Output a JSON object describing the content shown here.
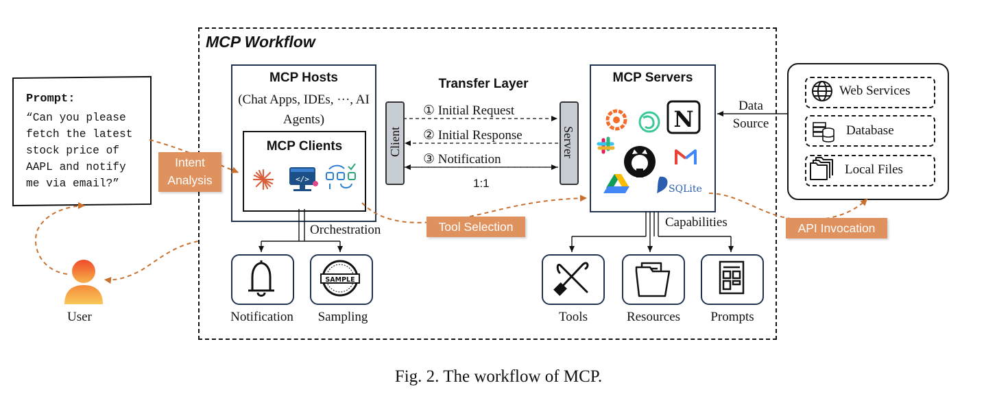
{
  "workflow": {
    "title": "MCP Workflow"
  },
  "hosts": {
    "title": "MCP Hosts",
    "subtitle": "(Chat Apps, IDEs, ···, AI Agents)"
  },
  "clients": {
    "title": "MCP Clients"
  },
  "servers": {
    "title": "MCP Servers",
    "sqlite_label": "SQLite"
  },
  "transfer": {
    "title": "Transfer Layer",
    "client_label": "Client",
    "server_label": "Server",
    "messages": [
      "① Initial Request",
      "② Initial Response",
      "③ Notification"
    ],
    "ratio": "1:1"
  },
  "prompt": {
    "title": "Prompt:",
    "text": "“Can you please\nfetch the latest\nstock price of\nAAPL and notify\nme via email?”"
  },
  "tags": {
    "intent": "Intent Analysis",
    "tool": "Tool Selection",
    "api": "API Invocation"
  },
  "orchestration": {
    "label": "Orchestration",
    "items": [
      {
        "label": "Notification",
        "icon": "bell-icon"
      },
      {
        "label": "Sampling",
        "icon": "sample-stamp-icon",
        "stamp_text": "SAMPLE"
      }
    ]
  },
  "capabilities": {
    "label": "Capabilities",
    "items": [
      {
        "label": "Tools",
        "icon": "tools-icon"
      },
      {
        "label": "Resources",
        "icon": "folder-icon"
      },
      {
        "label": "Prompts",
        "icon": "document-icon"
      }
    ]
  },
  "data_source": {
    "label": "Data Source"
  },
  "sources": [
    {
      "label": "Web Services",
      "icon": "globe-icon"
    },
    {
      "label": "Database",
      "icon": "database-icon"
    },
    {
      "label": "Local Files",
      "icon": "files-icon"
    }
  ],
  "user": {
    "label": "User"
  },
  "caption": "Fig. 2.  The workflow of MCP.",
  "colors": {
    "accent": "#e0925e",
    "flow": "#c8702e",
    "box_border": "#1f3350",
    "pillar": "#c8ccd3"
  }
}
